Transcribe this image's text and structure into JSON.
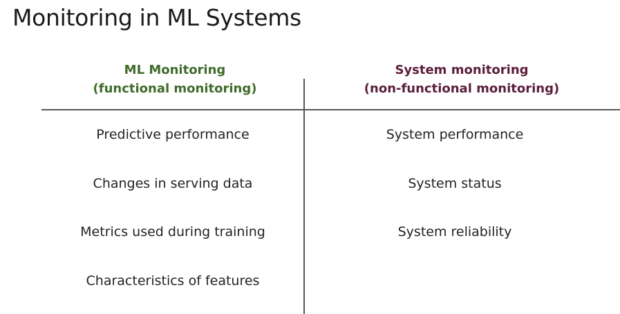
{
  "title": "Monitoring in ML Systems",
  "colors": {
    "ml_header": "#3f6b2a",
    "system_header": "#5a1e3a"
  },
  "columns": [
    {
      "header_line1": "ML Monitoring",
      "header_line2": "(functional monitoring)",
      "items": [
        "Predictive performance",
        "Changes in serving data",
        "Metrics used during training",
        "Characteristics of features"
      ]
    },
    {
      "header_line1": "System monitoring",
      "header_line2": "(non-functional monitoring)",
      "items": [
        "System performance",
        "System status",
        "System reliability"
      ]
    }
  ]
}
